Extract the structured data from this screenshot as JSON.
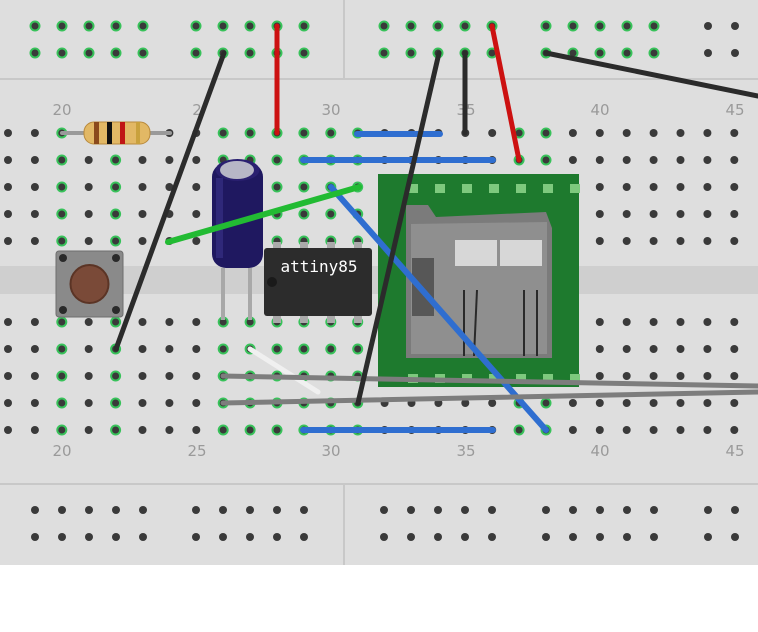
{
  "breadboard": {
    "column_numbers": [
      "20",
      "25",
      "30",
      "35",
      "40",
      "45"
    ],
    "hidden_column_number": "2"
  },
  "components": {
    "chip_label": "attiny85"
  },
  "colors": {
    "board": "#dedede",
    "wire_black": "#2b2b2b",
    "wire_red": "#cc1111",
    "wire_blue": "#2f6ed0",
    "wire_green": "#22bb33",
    "wire_gray": "#7d7d7d",
    "wire_white": "#f0f0f0",
    "sd_board": "#1e7a2e",
    "capacitor": "#1f1860",
    "chip_body": "#2c2c2c",
    "button_base": "#8a8a8a"
  }
}
